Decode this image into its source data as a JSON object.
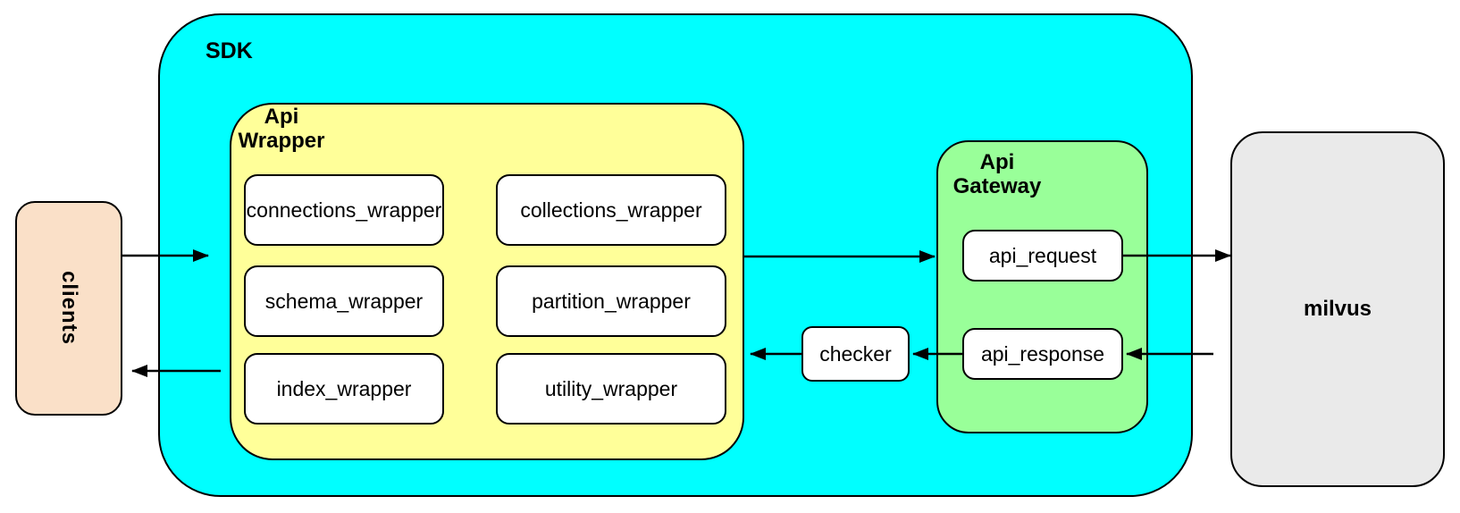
{
  "colors": {
    "background": "#FFFFFF",
    "sdk_fill": "#00FFFF",
    "api_wrapper_fill": "#FFFF99",
    "api_gateway_fill": "#99FF99",
    "clients_fill": "#FAE0C8",
    "milvus_fill": "#EAEAEA",
    "node_fill": "#FFFFFF",
    "border": "#000000"
  },
  "diagram": {
    "clients": {
      "label": "clients"
    },
    "sdk": {
      "label": "SDK",
      "api_wrapper": {
        "label": "Api Wrapper",
        "nodes": [
          "connections_wrapper",
          "collections_wrapper",
          "schema_wrapper",
          "partition_wrapper",
          "index_wrapper",
          "utility_wrapper"
        ]
      },
      "checker": {
        "label": "checker"
      },
      "api_gateway": {
        "label": "Api Gateway",
        "nodes": [
          "api_request",
          "api_response"
        ]
      }
    },
    "milvus": {
      "label": "milvus"
    },
    "connections": [
      {
        "from": "clients",
        "to": "sdk"
      },
      {
        "from": "sdk",
        "to": "clients"
      },
      {
        "from": "api_wrapper",
        "to": "api_gateway"
      },
      {
        "from": "api_request",
        "to": "milvus"
      },
      {
        "from": "milvus",
        "to": "api_response"
      },
      {
        "from": "api_response",
        "to": "checker"
      },
      {
        "from": "checker",
        "to": "api_wrapper"
      }
    ]
  }
}
